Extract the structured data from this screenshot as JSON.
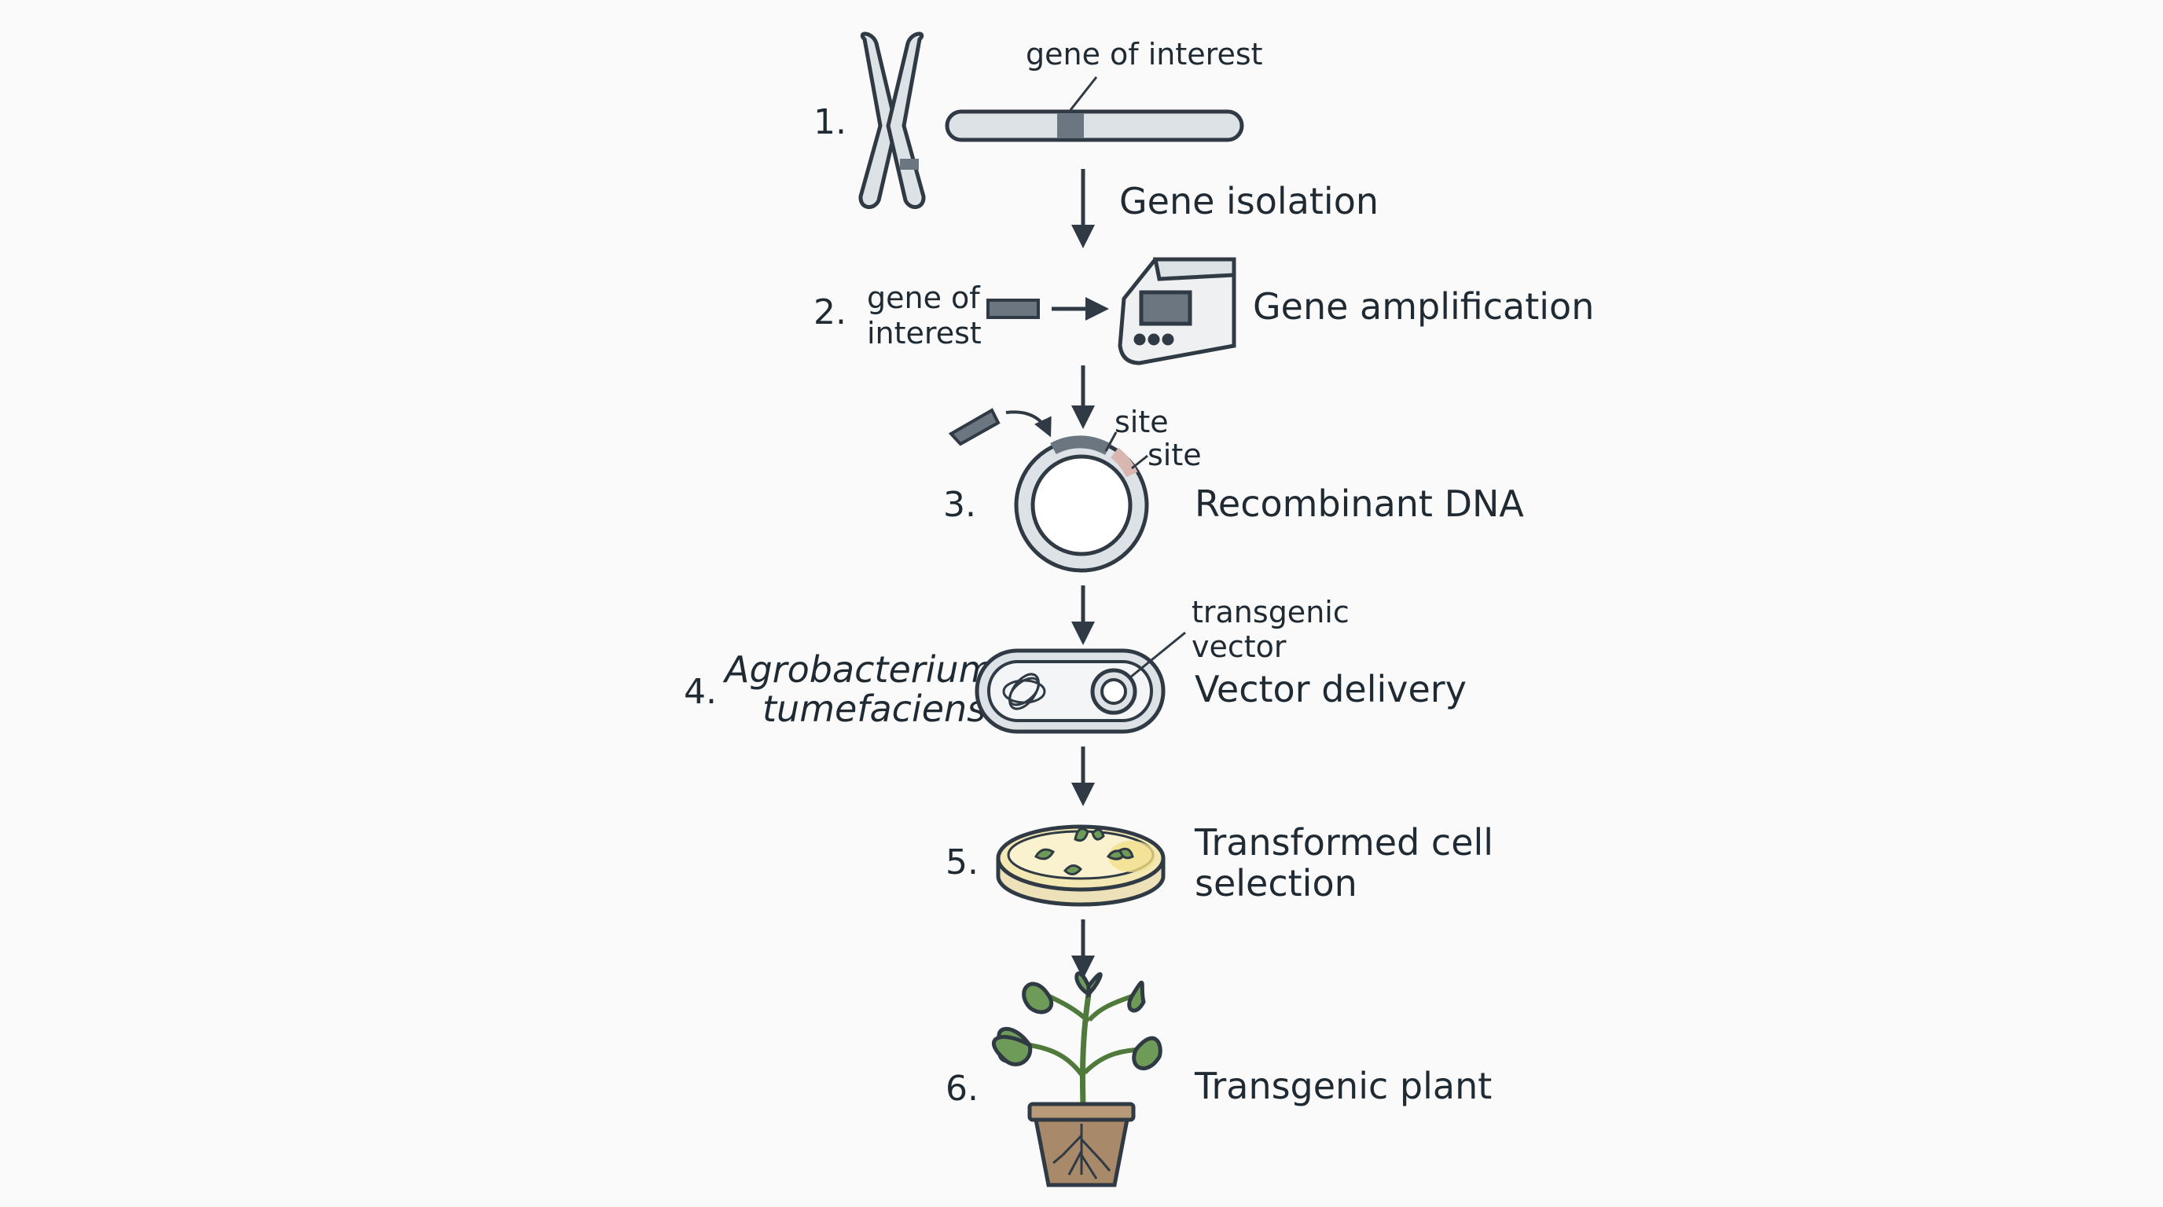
{
  "steps": [
    {
      "number": "1.",
      "label": "Gene isolation",
      "callout": "gene of interest"
    },
    {
      "number": "2.",
      "label": "Gene amplification",
      "side_label_line1": "gene of",
      "side_label_line2": "interest"
    },
    {
      "number": "3.",
      "label": "Recombinant DNA",
      "site_label_1": "site",
      "site_label_2": "site"
    },
    {
      "number": "4.",
      "label": "Vector delivery",
      "organism_line1": "Agrobacterium",
      "organism_line2": "tumefaciens",
      "callout_line1": "transgenic",
      "callout_line2": "vector"
    },
    {
      "number": "5.",
      "label_line1": "Transformed cell",
      "label_line2": "selection"
    },
    {
      "number": "6.",
      "label": "Transgenic plant"
    }
  ],
  "colors": {
    "stroke": "#2f3a44",
    "light_fill": "#dde2e6",
    "gene_fill": "#6b7680",
    "agar": "#f3e7b4",
    "leaf": "#6e9b57",
    "pot": "#a88a6a",
    "site_pink": "#d9b6b0"
  },
  "icons": [
    "chromosome-icon",
    "dna-strand-icon",
    "thermal-cycler-icon",
    "plasmid-icon",
    "bacterium-icon",
    "petri-dish-icon",
    "potted-plant-icon"
  ]
}
